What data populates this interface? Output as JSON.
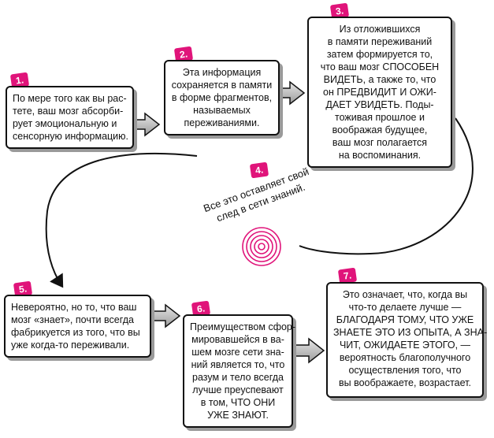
{
  "steps": [
    {
      "num": "1.",
      "lines": [
        "По мере того как вы рас-",
        "тете, ваш мозг абсорби-",
        "рует эмоциональную и",
        "сенсорную информацию."
      ]
    },
    {
      "num": "2.",
      "lines": [
        "Эта информация",
        "сохраняется в памяти",
        "в форме фрагментов,",
        "называемых",
        "переживаниями."
      ]
    },
    {
      "num": "3.",
      "lines": [
        "Из отложившихся",
        "в памяти переживаний",
        "затем формируется то,",
        "что ваш мозг СПОСОБЕН",
        "ВИДЕТЬ, а также то, что",
        "он ПРЕДВИДИТ И ОЖИ-",
        "ДАЕТ УВИДЕТЬ. Поды-",
        "тоживая прошлое и",
        "воображая будущее,",
        "ваш мозг полагается",
        "на воспоминания."
      ]
    },
    {
      "num": "4.",
      "lines": [
        "Все это оставляет свой",
        "след в сети знаний."
      ]
    },
    {
      "num": "5.",
      "lines": [
        "Невероятно, но то, что ваш",
        "мозг «знает», почти всегда",
        "фабрикуется из того, что вы",
        "уже когда-то переживали."
      ]
    },
    {
      "num": "6.",
      "lines": [
        "Преимуществом сфор-",
        "мировавшейся в ва-",
        "шем мозге сети зна-",
        "ний является то, что",
        "разум и тело всегда",
        "лучше преуспевают",
        "в том, ЧТО ОНИ",
        "УЖЕ ЗНАЮТ."
      ]
    },
    {
      "num": "7.",
      "lines": [
        "Это означает, что, когда вы",
        "что-то делаете лучше —",
        "БЛАГОДАРЯ ТОМУ, ЧТО УЖЕ",
        "ЗНАЕТЕ ЭТО ИЗ ОПЫТА, А ЗНА-",
        "ЧИТ, ОЖИДАЕТЕ ЭТОГО, —",
        "вероятность благополучного",
        "осуществления того, что",
        "вы воображаете, возрастает."
      ]
    }
  ],
  "colors": {
    "badge": "#e0147a",
    "spiral": "#e0147a",
    "shadow": "#9a9a9a"
  }
}
